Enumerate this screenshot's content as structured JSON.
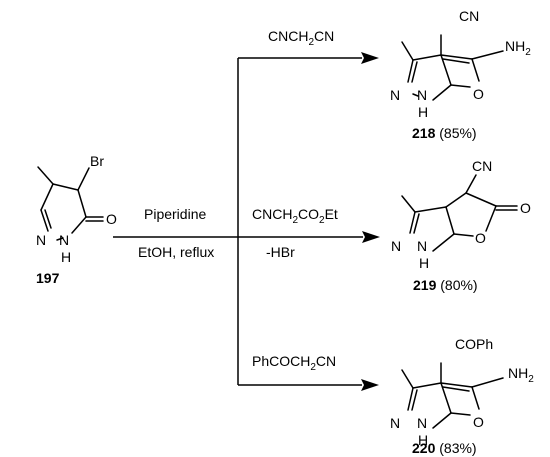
{
  "reactant": {
    "atoms": {
      "br": "Br",
      "n1": "N",
      "n2": "N",
      "h": "H",
      "o": "O"
    },
    "number": "197"
  },
  "conditions": {
    "above": "Piperidine",
    "below": "EtOH, reflux"
  },
  "branches": [
    {
      "reagent": {
        "part1": "CNCH",
        "sub": "2",
        "part2": "CN"
      },
      "atoms": {
        "cn": "CN",
        "nh2_n": "NH",
        "nh2_sub": "2",
        "n1": "N",
        "n2": "N",
        "h": "H",
        "o": "O"
      },
      "product": {
        "number": "218",
        "yield": " (85%)"
      }
    },
    {
      "reagent": {
        "part1": "CNCH",
        "sub1": "2",
        "part2": "CO",
        "sub2": "2",
        "part3": "Et"
      },
      "reagent_below": "-HBr",
      "atoms": {
        "cn": "CN",
        "o_carbonyl": "O",
        "n1": "N",
        "n2": "N",
        "h": "H",
        "o": "O"
      },
      "product": {
        "number": "219",
        "yield": " (80%)"
      }
    },
    {
      "reagent": {
        "part1": "PhCOCH",
        "sub": "2",
        "part2": "CN"
      },
      "atoms": {
        "coph": "COPh",
        "nh2_n": "NH",
        "nh2_sub": "2",
        "n1": "N",
        "n2": "N",
        "h": "H",
        "o": "O"
      },
      "product": {
        "number": "220",
        "yield": " (83%)"
      }
    }
  ]
}
